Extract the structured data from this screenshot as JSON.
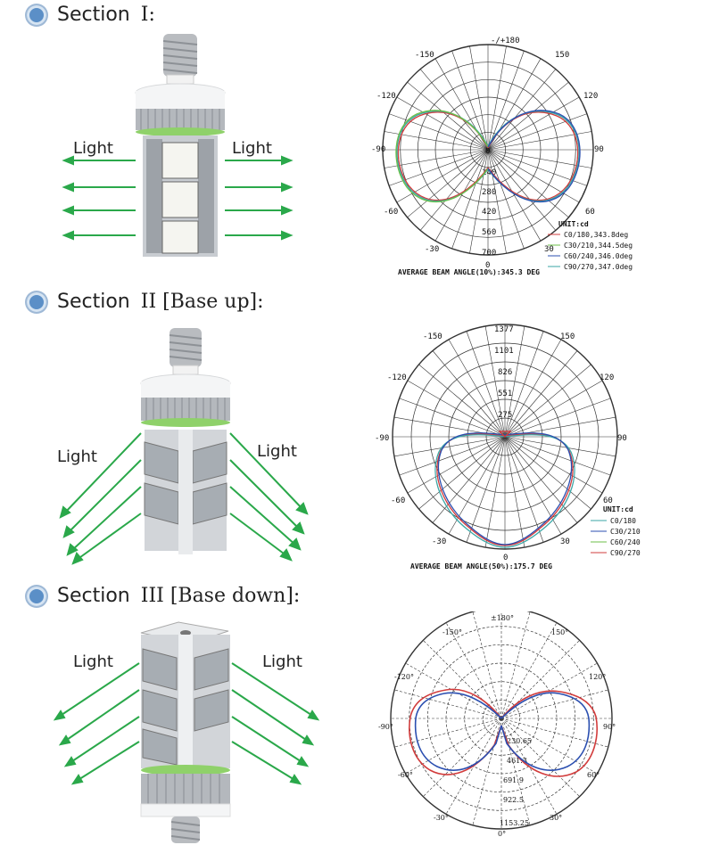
{
  "sections": [
    {
      "title_prefix": "Section",
      "title_roman": "I:",
      "light_left": "Light",
      "light_right": "Light",
      "polar": {
        "angles": {
          "top": "-/+180",
          "n150": "-150",
          "p150": "150",
          "n120": "-120",
          "p120": "120",
          "n90": "-90",
          "p90": "90",
          "n60": "-60",
          "p60": "60",
          "n30": "-30",
          "p30": "30",
          "zero": "0"
        },
        "radial_ticks": [
          "0",
          "140",
          "280",
          "420",
          "560",
          "700"
        ],
        "unit": "UNIT:cd",
        "legend": [
          "C0/180,343.8deg",
          "C30/210,344.5deg",
          "C60/240,346.0deg",
          "C90/270,347.0deg"
        ],
        "caption": "AVERAGE BEAM ANGLE(10%):345.3 DEG"
      }
    },
    {
      "title_prefix": "Section",
      "title_roman": "II [Base up]:",
      "light_left": "Light",
      "light_right": "Light",
      "polar": {
        "angles": {
          "n150": "-150",
          "p150": "150",
          "n120": "-120",
          "p120": "120",
          "n90": "-90",
          "p90": "90",
          "n60": "-60",
          "p60": "60",
          "n30": "-30",
          "p30": "30",
          "zero": "0"
        },
        "radial_ticks": [
          "1377",
          "1101",
          "826",
          "551",
          "275"
        ],
        "unit": "UNIT:cd",
        "legend": [
          "C0/180",
          "C30/210",
          "C60/240",
          "C90/270"
        ],
        "caption": "AVERAGE BEAM ANGLE(50%):175.7 DEG"
      }
    },
    {
      "title_prefix": "Section",
      "title_roman": "III [Base down]:",
      "light_left": "Light",
      "light_right": "Light",
      "polar": {
        "angles": {
          "top": "±180°",
          "n150": "-150°",
          "p150": "150°",
          "n120": "-120°",
          "p120": "120°",
          "n90": "-90°",
          "p90": "90°",
          "n60": "-60°",
          "p60": "60°",
          "n30": "-30°",
          "p30": "30°",
          "zero": "0°"
        },
        "radial_ticks": [
          "230.65",
          "461.3",
          "691.9",
          "922.5",
          "1153.25"
        ]
      }
    }
  ],
  "colors": {
    "accent_green": "#2aa84a",
    "curve_red": "#d23c3c",
    "curve_blue": "#2b4fb0",
    "curve_teal": "#3aa6a6",
    "curve_green": "#6cbf4a"
  }
}
